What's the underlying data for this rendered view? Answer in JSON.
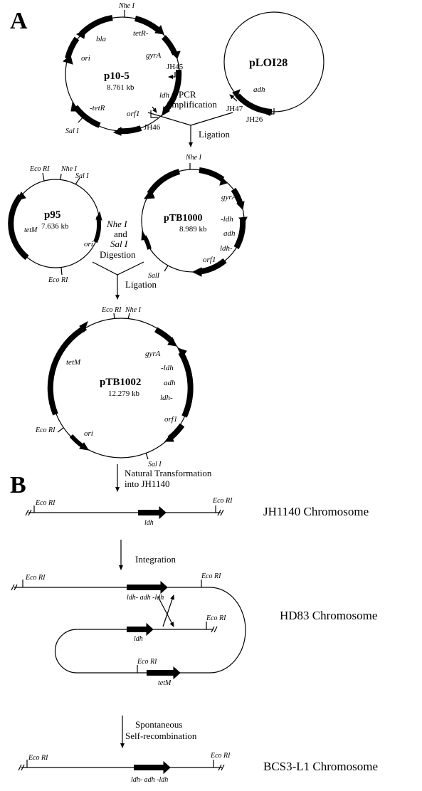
{
  "panels": {
    "a": "A",
    "b": "B"
  },
  "p10_5": {
    "name": "p10-5",
    "size": "8.761 kb",
    "nhe": "Nhe I",
    "tetR_top": "tetR-",
    "bla": "bla",
    "ori": "ori",
    "gyrA": "gyrA",
    "ldh": "ldh",
    "tetR_bot": "-tetR",
    "orf1": "orf1",
    "sal": "Sal I",
    "jh45": "JH45",
    "jh46": "JH46"
  },
  "pLOI28": {
    "name": "pLOI28",
    "adh": "adh",
    "jh47": "JH47",
    "jh26": "JH26"
  },
  "steps": {
    "pcr1": "PCR",
    "pcr2": "Amplification",
    "ligation1": "Ligation",
    "nhe": "Nhe I",
    "and": "and",
    "sal": "Sal I",
    "digestion": "Digestion",
    "ligation2": "Ligation",
    "transform1": "Natural Transformation",
    "transform2": "into JH1140",
    "integration": "Integration",
    "spont1": "Spontaneous",
    "spont2": "Self-recombination"
  },
  "p95": {
    "name": "p95",
    "size": "7.636 kb",
    "ecori_top": "Eco RI",
    "nhe": "Nhe I",
    "sal": "Sal I",
    "tetM": "tetM",
    "ori": "ori",
    "ecori_bot": "Eco RI"
  },
  "pTB1000": {
    "name": "pTB1000",
    "size": "8.989 kb",
    "nhe": "Nhe I",
    "gyrA": "gyrA",
    "ldh_top": "-ldh",
    "adh": "adh",
    "ldh_bot": "ldh-",
    "orf1": "orf1",
    "sal": "SalI"
  },
  "pTB1002": {
    "name": "pTB1002",
    "size": "12.279 kb",
    "ecori_top": "Eco RI",
    "nhe": "Nhe I",
    "tetM": "tetM",
    "gyrA": "gyrA",
    "ldh_top": "-ldh",
    "adh": "adh",
    "ldh_bot": "ldh-",
    "orf1": "orf1",
    "ecori_left": "Eco RI",
    "ori": "ori",
    "sal": "Sal I"
  },
  "chromosomes": {
    "jh1140": {
      "title": "JH1140 Chromosome",
      "ecori_left": "Eco RI",
      "ecori_right": "Eco RI",
      "ldh": "ldh"
    },
    "hd83": {
      "title": "HD83 Chromosome",
      "ecori_top_left": "Eco RI",
      "ecori_top_right": "Eco RI",
      "ldh_adh_ldh": "ldh- adh -ldh",
      "ecori_mid": "Eco RI",
      "ldh": "ldh",
      "ecori_bot": "Eco RI",
      "tetM": "tetM"
    },
    "bcs3": {
      "title": "BCS3-L1 Chromosome",
      "ecori_left": "Eco RI",
      "ecori_right": "Eco RI",
      "ldh_adh_ldh": "ldh- adh -ldh"
    }
  }
}
